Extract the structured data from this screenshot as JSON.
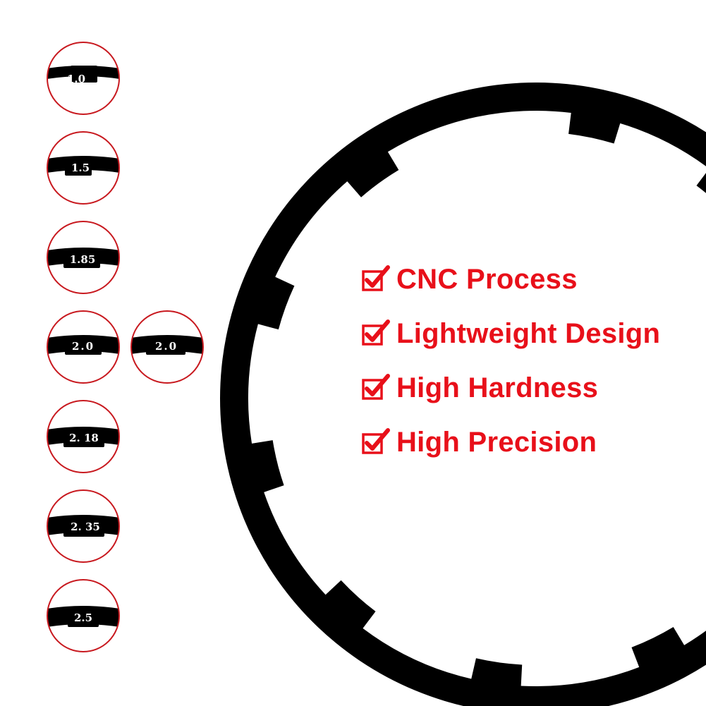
{
  "colors": {
    "accent": "#e8101a",
    "spacer": "#000000",
    "background": "#ffffff"
  },
  "thickness_swatches": [
    "1.0",
    "1.5",
    "1.85",
    "2.0",
    "2.0",
    "2. 18",
    "2. 35",
    "2.5"
  ],
  "features": [
    {
      "label": "CNC Process",
      "icon": "checkbox-checked-icon"
    },
    {
      "label": "Lightweight Design",
      "icon": "checkbox-checked-icon"
    },
    {
      "label": "High Hardness",
      "icon": "checkbox-checked-icon"
    },
    {
      "label": "High Precision",
      "icon": "checkbox-checked-icon"
    }
  ]
}
